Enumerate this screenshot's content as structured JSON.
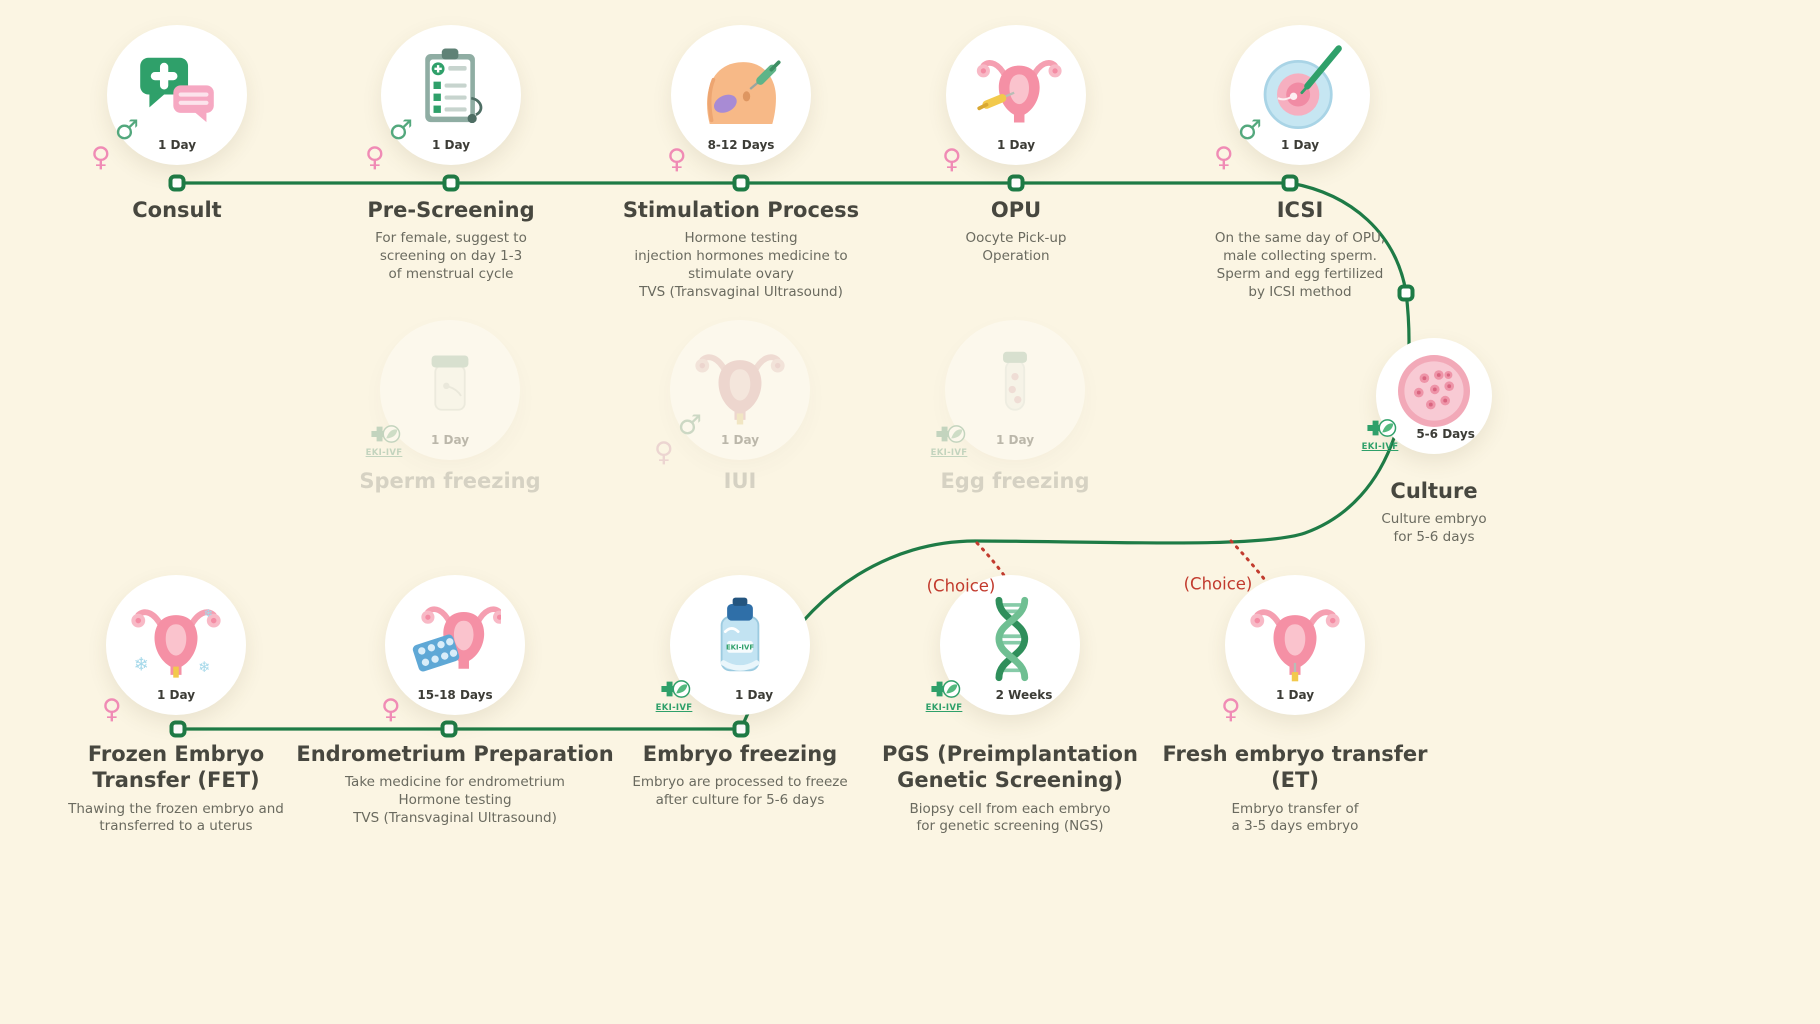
{
  "meta": {
    "bg": "#FBF5E3",
    "line_green": "#1E7B46",
    "choice_red": "#C23B2E",
    "female_pink": "#F08BB5",
    "male_green": "#53A87D"
  },
  "logo": {
    "text": "EKI-IVF"
  },
  "choices": [
    {
      "label": "(Choice)"
    },
    {
      "label": "(Choice)"
    }
  ],
  "stages": {
    "consult": {
      "title": "Consult",
      "duration": "1 Day",
      "desc": ""
    },
    "pre_screening": {
      "title": "Pre-Screening",
      "duration": "1 Day",
      "desc": "For female, suggest to\nscreening on day 1-3\nof menstrual cycle"
    },
    "stimulation": {
      "title": "Stimulation Process",
      "duration": "8-12 Days",
      "desc": "Hormone testing\ninjection hormones medicine to\nstimulate ovary\nTVS (Transvaginal Ultrasound)"
    },
    "opu": {
      "title": "OPU",
      "duration": "1 Day",
      "desc": "Oocyte Pick-up\nOperation"
    },
    "icsi": {
      "title": "ICSI",
      "duration": "1 Day",
      "desc": "On the same day of OPU,\nmale collecting sperm.\nSperm and egg fertilized\nby ICSI method"
    },
    "sperm_freezing": {
      "title": "Sperm freezing",
      "duration": "1 Day"
    },
    "iui": {
      "title": "IUI",
      "duration": "1 Day"
    },
    "egg_freezing": {
      "title": "Egg freezing",
      "duration": "1 Day"
    },
    "culture": {
      "title": "Culture",
      "duration": "5-6 Days",
      "desc": "Culture embryo\nfor 5-6 days"
    },
    "fet": {
      "title": "Frozen Embryo\nTransfer (FET)",
      "duration": "1 Day",
      "desc": "Thawing the frozen embryo and\ntransferred to a uterus"
    },
    "endometrium": {
      "title": "Endrometrium Preparation",
      "duration": "15-18 Days",
      "desc": "Take medicine for endrometrium\nHormone testing\nTVS (Transvaginal Ultrasound)"
    },
    "embryo_freezing": {
      "title": "Embryo freezing",
      "duration": "1 Day",
      "desc": "Embryo are processed to freeze\nafter culture for 5-6 days"
    },
    "pgs": {
      "title": "PGS (Preimplantation\nGenetic Screening)",
      "duration": "2 Weeks",
      "desc": "Biopsy cell from each embryo\nfor genetic screening (NGS)"
    },
    "fresh_et": {
      "title": "Fresh embryo transfer (ET)",
      "duration": "1 Day",
      "desc": "Embryo transfer of\na 3-5 days embryo"
    }
  }
}
